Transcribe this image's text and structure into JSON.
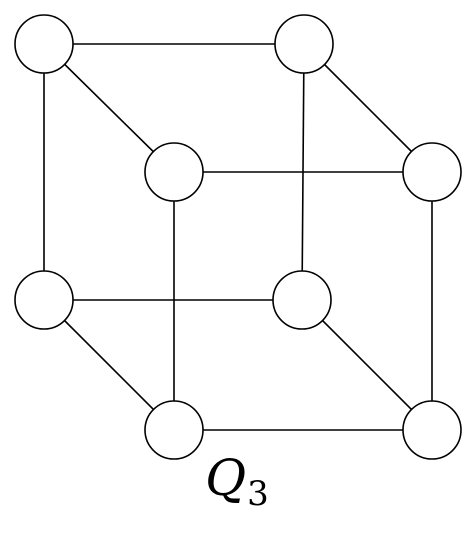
{
  "graph": {
    "label": "Q",
    "label_subscript": "3",
    "vertex_count": 8,
    "edges": [
      [
        "top-left",
        "top-right"
      ],
      [
        "top-left",
        "inner-top-left"
      ],
      [
        "top-left",
        "mid-left"
      ],
      [
        "top-right",
        "right-top"
      ],
      [
        "top-right",
        "inner-center"
      ],
      [
        "inner-top-left",
        "right-top"
      ],
      [
        "inner-top-left",
        "bottom-mid"
      ],
      [
        "right-top",
        "bottom-right"
      ],
      [
        "mid-left",
        "inner-center"
      ],
      [
        "mid-left",
        "bottom-mid"
      ],
      [
        "inner-center",
        "bottom-right"
      ],
      [
        "bottom-mid",
        "bottom-right"
      ]
    ]
  }
}
